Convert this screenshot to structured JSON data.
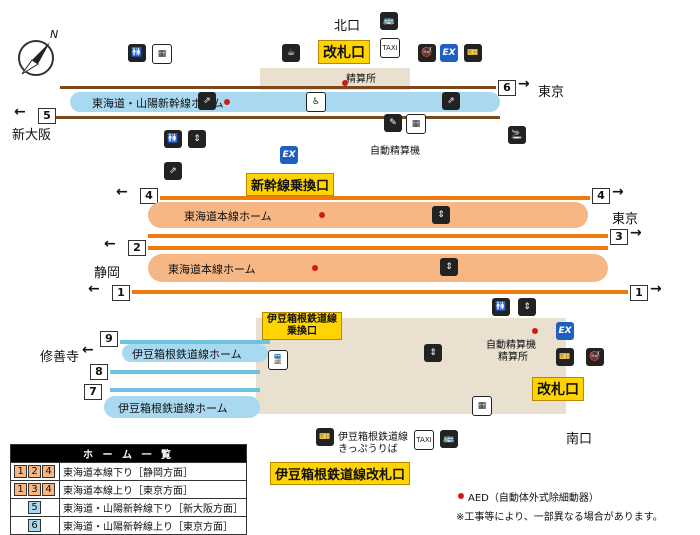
{
  "compass": {
    "north_label": "N"
  },
  "exits": {
    "north": "北口",
    "south": "南口",
    "north_gate": "改札口",
    "south_gate": "改札口"
  },
  "destinations": {
    "tokyo_top": "東京",
    "shin_osaka": "新大阪",
    "tokyo_mid": "東京",
    "shizuoka": "静岡",
    "shuzenji": "修善寺"
  },
  "platforms": {
    "shinkansen": "東海道・山陽新幹線ホーム",
    "tokaido_upper": "東海道本線ホーム",
    "tokaido_lower": "東海道本線ホーム",
    "izu_upper": "伊豆箱根鉄道線ホーム",
    "izu_lower": "伊豆箱根鉄道線ホーム"
  },
  "track_numbers": {
    "t1": "1",
    "t2": "2",
    "t3": "3",
    "t4": "4",
    "t5": "5",
    "t6": "6",
    "t7": "7",
    "t8": "8",
    "t9": "9"
  },
  "labels": {
    "seisanjo_north": "精算所",
    "auto_seisanki_north": "自動精算機",
    "shinkansen_transfer": "新幹線乗換口",
    "izu_transfer": "伊豆箱根鉄道線\n乗換口",
    "izu_transfer_l1": "伊豆箱根鉄道線",
    "izu_transfer_l2": "乗換口",
    "auto_seisanki_south": "自動精算機",
    "seisanjo_south": "精算所",
    "izu_ticket_l1": "伊豆箱根鉄道線",
    "izu_ticket_l2": "きっぷうりば",
    "izu_gate": "伊豆箱根鉄道線改札口"
  },
  "icons": {
    "taxi": "TAXI",
    "ex": "EX",
    "bus": "bus-icon",
    "toilet": "toilet-icon",
    "wheelchair": "wheelchair-icon",
    "escalator": "escalator-icon",
    "elevator": "elevator-icon",
    "smoking": "smoking-area-icon",
    "locker": "coin-locker-icon",
    "ticket_machine": "ticket-machine-icon"
  },
  "legend": {
    "title": "ホ ー ム 一 覧",
    "rows": [
      {
        "nums": [
          "1",
          "2",
          "4"
        ],
        "color": "orange",
        "text": "東海道本線下り［静岡方面］"
      },
      {
        "nums": [
          "1",
          "3",
          "4"
        ],
        "color": "orange",
        "text": "東海道本線上り［東京方面］"
      },
      {
        "nums": [
          "5"
        ],
        "color": "blue",
        "text": "東海道・山陽新幹線下り［新大阪方面］"
      },
      {
        "nums": [
          "6"
        ],
        "color": "blue",
        "text": "東海道・山陽新幹線上り［東京方面］"
      }
    ]
  },
  "notes": {
    "aed": "AED（自動体外式除細動器）",
    "construction": "※工事等により、一部異なる場合があります。"
  },
  "colors": {
    "orange_rail": "#f07a10",
    "orange_platform": "#f6b784",
    "blue_platform": "#a9d9f0",
    "gate_yellow": "#ffd400",
    "aed_red": "#d21a1a"
  }
}
